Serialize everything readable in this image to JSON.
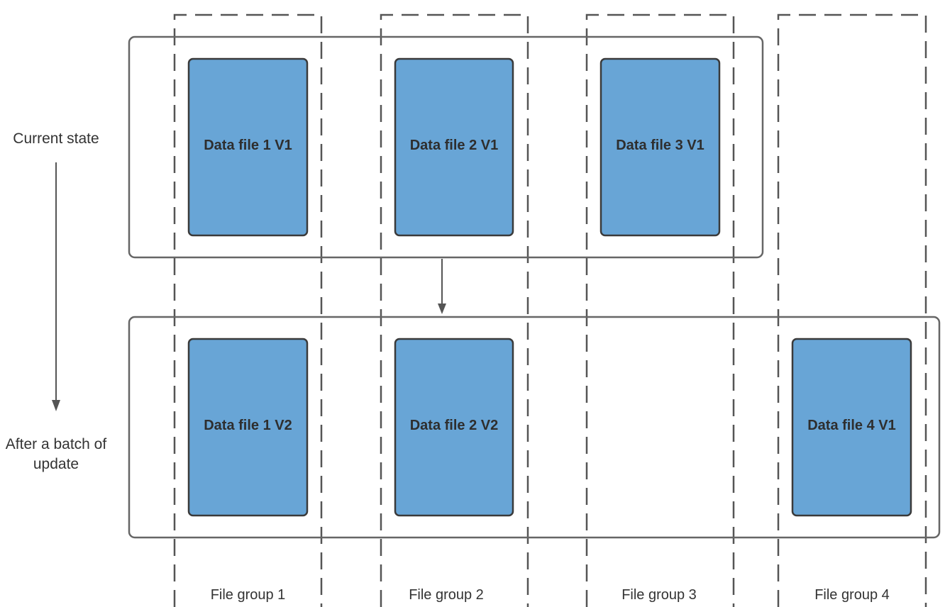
{
  "labels": {
    "current_state": "Current state",
    "after_update_line1": "After a batch of",
    "after_update_line2": "update"
  },
  "file_groups": [
    "File group 1",
    "File group 2",
    "File group 3",
    "File group 4"
  ],
  "current_state_files": [
    "Data file 1 V1",
    "Data file 2 V1",
    "Data file 3 V1"
  ],
  "after_update_files": [
    "Data file 1 V2",
    "Data file 2 V2",
    "Data file 4 V1"
  ],
  "colors": {
    "file_fill": "#68a5d6",
    "file_border": "#3a3a3a",
    "lines": "#555555"
  }
}
